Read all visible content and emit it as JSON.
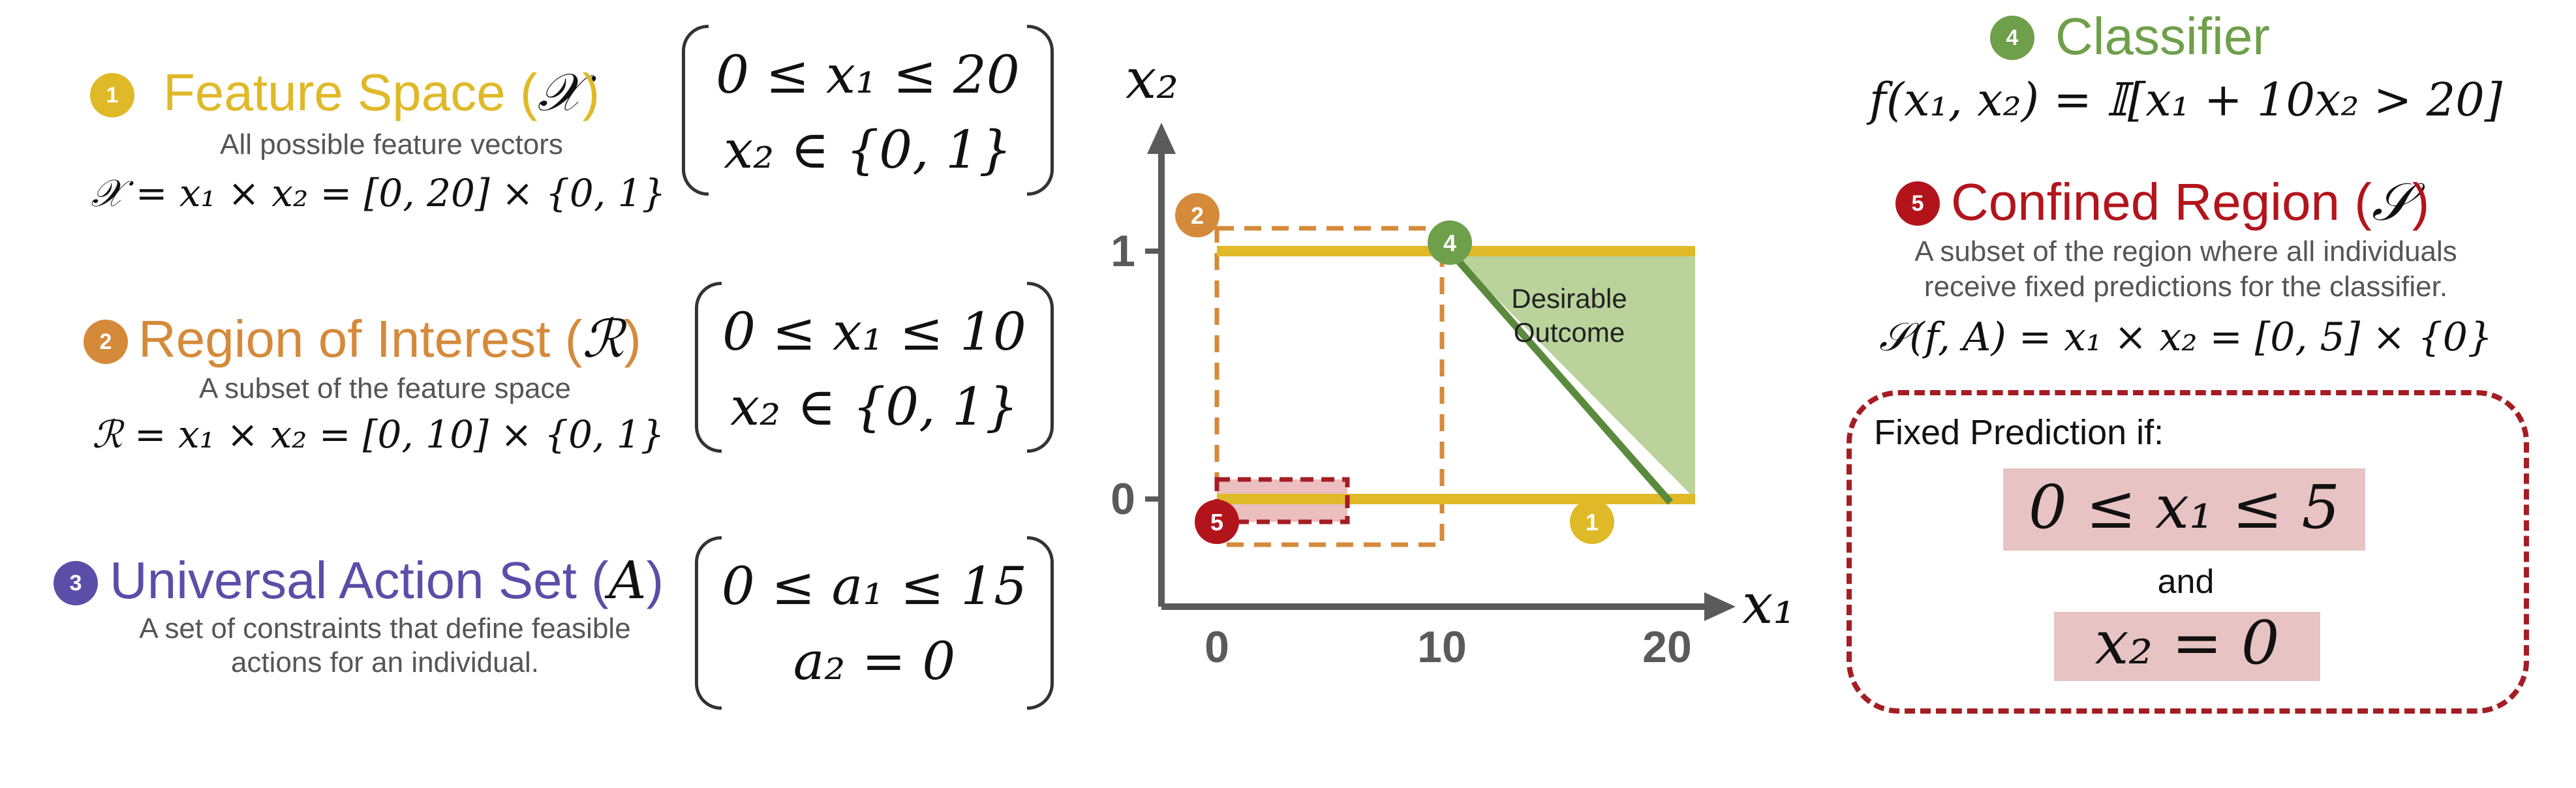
{
  "colors": {
    "feature": "#e0b928",
    "region": "#d58a3a",
    "action": "#5b4ea8",
    "classifier": "#6e9f4a",
    "confined": "#b3141c",
    "desirable_fill": "#b9d39b",
    "confined_fill": "#ebbfbf"
  },
  "feature_space": {
    "badge": "1",
    "title": "Feature Space (",
    "symbol": "𝒳",
    "close": ")",
    "description": "All possible feature vectors",
    "formula": "𝒳 = x₁ × x₂ = [0, 20] × {0, 1}",
    "constraints": [
      "0 ≤ x₁ ≤ 20",
      "x₂ ∈ {0, 1}"
    ]
  },
  "region_of_interest": {
    "badge": "2",
    "title": "Region of Interest (",
    "symbol": "ℛ",
    "close": ")",
    "description": "A subset of the feature space",
    "formula": "ℛ = x₁ × x₂ = [0, 10] × {0, 1}",
    "constraints": [
      "0 ≤ x₁ ≤ 10",
      "x₂ ∈ {0, 1}"
    ]
  },
  "action_set": {
    "badge": "3",
    "title": "Universal Action Set (",
    "symbol": "A",
    "close": ")",
    "description_line1": "A set of constraints that define feasible",
    "description_line2": "actions for an individual.",
    "constraints": [
      "0 ≤ a₁ ≤ 15",
      "a₂ = 0"
    ]
  },
  "classifier": {
    "badge": "4",
    "title": "Classifier",
    "formula": "f(x₁, x₂) = 𝕀[x₁ + 10x₂ > 20]"
  },
  "confined_region": {
    "badge": "5",
    "title": "Confined Region (",
    "symbol": "𝒮",
    "close": ")",
    "description_line1": "A subset of the region where all individuals",
    "description_line2": "receive fixed predictions for the classifier.",
    "formula": "𝒮(f, A) = x₁ × x₂ = [0, 5] × {0}"
  },
  "fixed_prediction": {
    "label": "Fixed Prediction if:",
    "condition1": "0 ≤ x₁ ≤ 5",
    "connector": "and",
    "condition2": "x₂ = 0"
  },
  "plot": {
    "x_axis_label": "x₁",
    "y_axis_label": "x₂",
    "x_ticks": [
      "0",
      "10",
      "20"
    ],
    "y_ticks": [
      "1",
      "0"
    ],
    "region_label_line1": "Desirable",
    "region_label_line2": "Outcome",
    "markers": [
      "1",
      "2",
      "4",
      "5"
    ],
    "x_values": [
      0,
      10,
      20
    ],
    "y_values": [
      0,
      1
    ],
    "feature_x_range": [
      0,
      20
    ],
    "region_x_range": [
      0,
      10
    ],
    "confined_x_range": [
      0,
      5
    ],
    "decision_boundary": "x₁ + 10x₂ = 20"
  }
}
